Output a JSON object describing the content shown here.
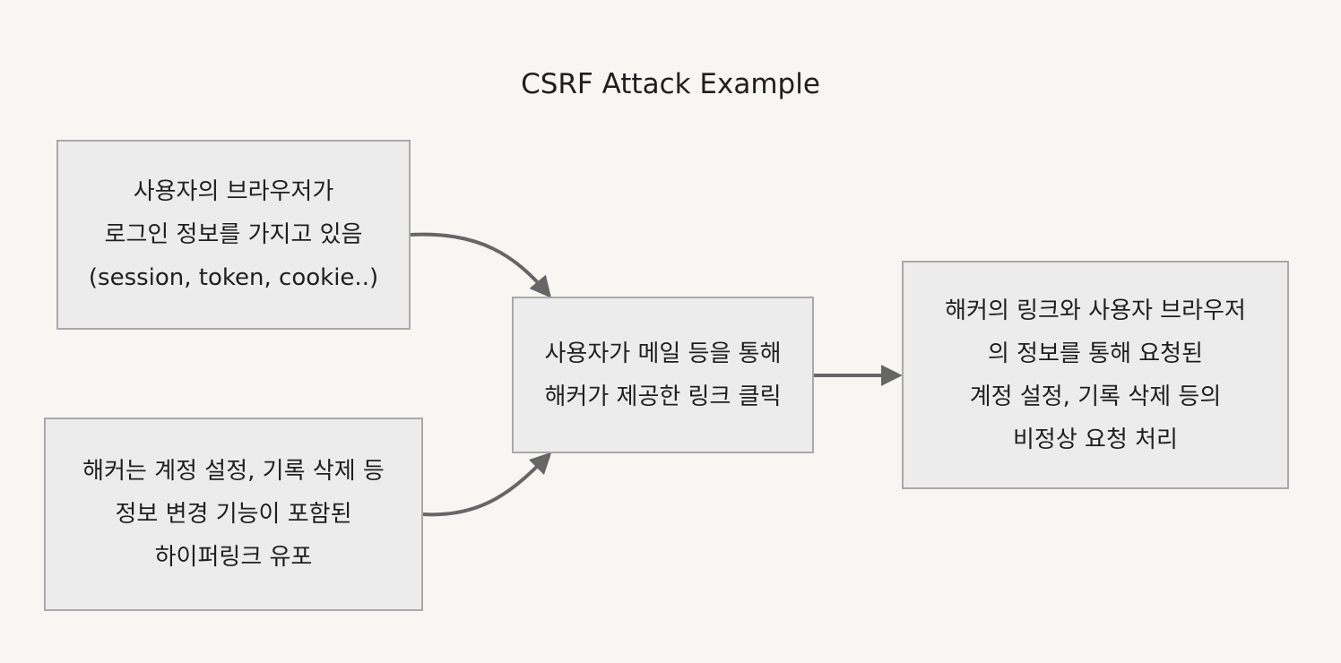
{
  "title": "CSRF Attack Example",
  "nodes": {
    "browser_login": [
      "사용자의 브라우저가",
      "로그인 정보를 가지고 있음",
      "(session, token, cookie..)"
    ],
    "hacker_link": [
      "해커는 계정 설정, 기록 삭제 등",
      "정보 변경 기능이 포함된",
      "하이퍼링크 유포"
    ],
    "user_click": [
      "사용자가 메일 등을 통해",
      "해커가 제공한 링크 클릭"
    ],
    "abnormal_request": [
      "해커의 링크와 사용자 브라우저",
      "의 정보를 통해 요청된",
      "계정 설정, 기록 삭제 등의",
      "비정상 요청 처리"
    ]
  },
  "colors": {
    "background": "#f7f6f2",
    "node_fill": "#ececec",
    "node_border": "#a9a9a9",
    "edge": "#666666"
  }
}
